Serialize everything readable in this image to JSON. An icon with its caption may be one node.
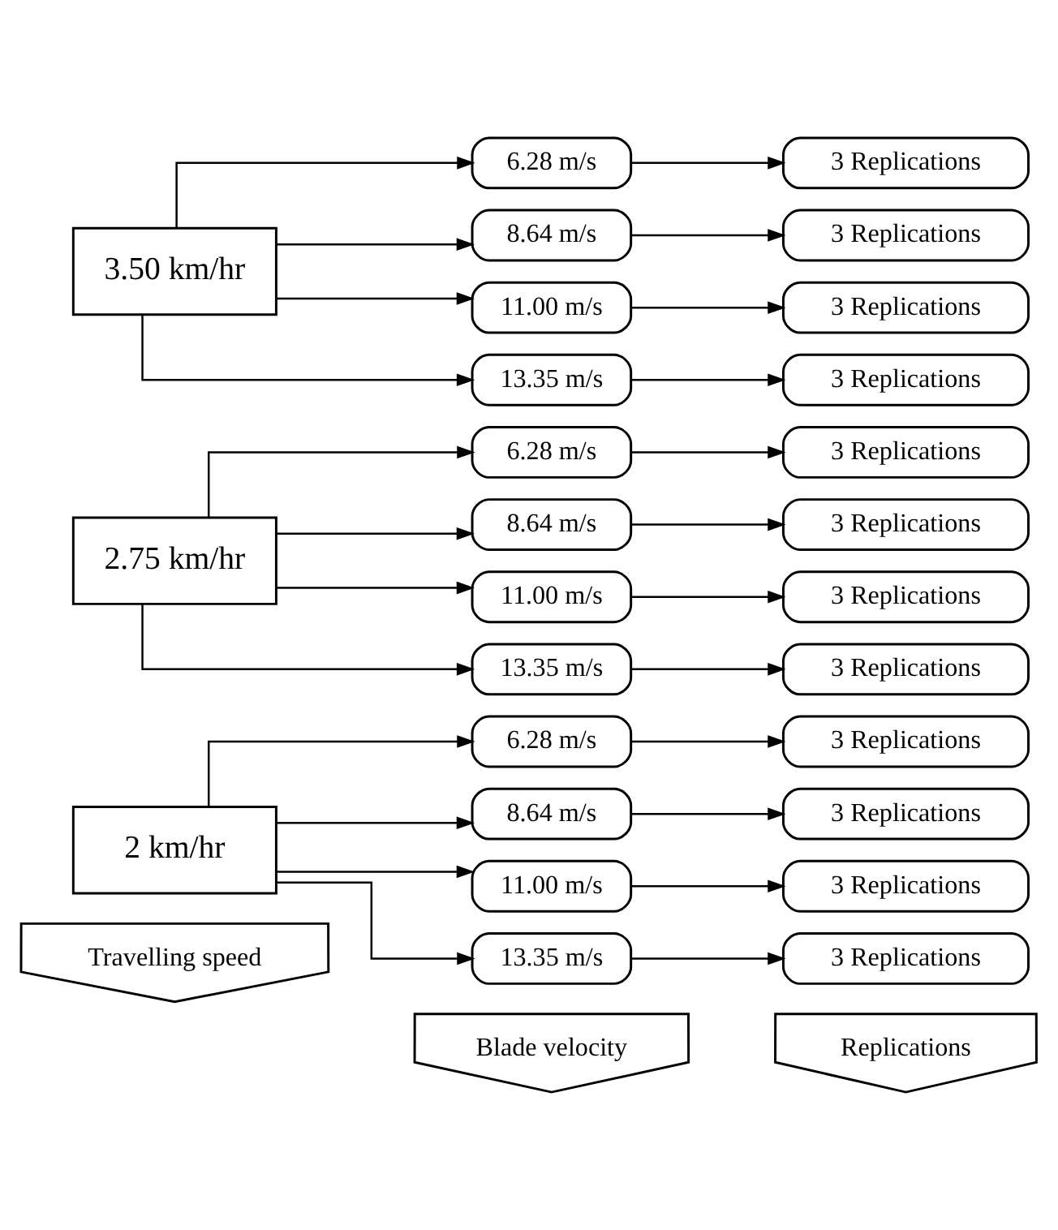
{
  "diagram": {
    "nodes": [
      {
        "text": [
          "Travelling speed"
        ]
      },
      {
        "text": [
          "Blade velocity"
        ]
      },
      {
        "text": [
          "Replications"
        ]
      },
      {
        "text": [
          "2 km/hr"
        ]
      },
      {
        "text": [
          "6.28 m/s"
        ]
      },
      {
        "text": [
          "3 Replications"
        ]
      },
      {
        "text": [
          "8.64 m/s"
        ]
      },
      {
        "text": [
          "3 Replications"
        ]
      },
      {
        "text": [
          "11.00 m/s"
        ]
      },
      {
        "text": [
          "3 Replications"
        ]
      },
      {
        "text": [
          "13.35 m/s"
        ]
      },
      {
        "text": [
          "3 Replications"
        ]
      },
      {
        "text": [
          "2.75 km/hr"
        ]
      },
      {
        "text": [
          "6.28 m/s"
        ]
      },
      {
        "text": [
          "3 Replications"
        ]
      },
      {
        "text": [
          "8.64 m/s"
        ]
      },
      {
        "text": [
          "3 Replications"
        ]
      },
      {
        "text": [
          "11.00 m/s"
        ]
      },
      {
        "text": [
          "3 Replications"
        ]
      },
      {
        "text": [
          "13.35 m/s"
        ]
      },
      {
        "text": [
          "3 Replications"
        ]
      },
      {
        "text": [
          "3.50 km/hr"
        ]
      },
      {
        "text": [
          "6.28 m/s"
        ]
      },
      {
        "text": [
          "3 Replications"
        ]
      },
      {
        "text": [
          "8.64 m/s"
        ]
      },
      {
        "text": [
          "3 Replications"
        ]
      },
      {
        "text": [
          "11.00 m/s"
        ]
      },
      {
        "text": [
          "3 Replications"
        ]
      },
      {
        "text": [
          "13.35 m/s"
        ]
      },
      {
        "text": [
          "3 Replications"
        ]
      }
    ],
    "edges": [
      {
        "from": 3,
        "to": 4,
        "arrow": "to"
      },
      {
        "from": 4,
        "to": 5,
        "arrow": "to"
      },
      {
        "from": 3,
        "to": 6,
        "arrow": "to"
      },
      {
        "from": 6,
        "to": 7,
        "arrow": "to"
      },
      {
        "from": 3,
        "to": 8,
        "arrow": "to"
      },
      {
        "from": 8,
        "to": 9,
        "arrow": "to"
      },
      {
        "from": 3,
        "to": 10,
        "arrow": "to"
      },
      {
        "from": 10,
        "to": 11,
        "arrow": "to"
      },
      {
        "from": 12,
        "to": 13,
        "arrow": "to"
      },
      {
        "from": 13,
        "to": 14,
        "arrow": "to"
      },
      {
        "from": 12,
        "to": 15,
        "arrow": "to"
      },
      {
        "from": 15,
        "to": 16,
        "arrow": "to"
      },
      {
        "from": 12,
        "to": 17,
        "arrow": "to"
      },
      {
        "from": 17,
        "to": 18,
        "arrow": "to"
      },
      {
        "from": 12,
        "to": 19,
        "arrow": "to"
      },
      {
        "from": 19,
        "to": 20,
        "arrow": "to"
      },
      {
        "from": 21,
        "to": 22,
        "arrow": "to"
      },
      {
        "from": 22,
        "to": 23,
        "arrow": "to"
      },
      {
        "from": 21,
        "to": 24,
        "arrow": "to"
      },
      {
        "from": 24,
        "to": 25,
        "arrow": "to"
      },
      {
        "from": 21,
        "to": 26,
        "arrow": "to"
      },
      {
        "from": 26,
        "to": 27,
        "arrow": "to"
      },
      {
        "from": 21,
        "to": 28,
        "arrow": "to"
      },
      {
        "from": 28,
        "to": 29,
        "arrow": "to"
      }
    ]
  }
}
